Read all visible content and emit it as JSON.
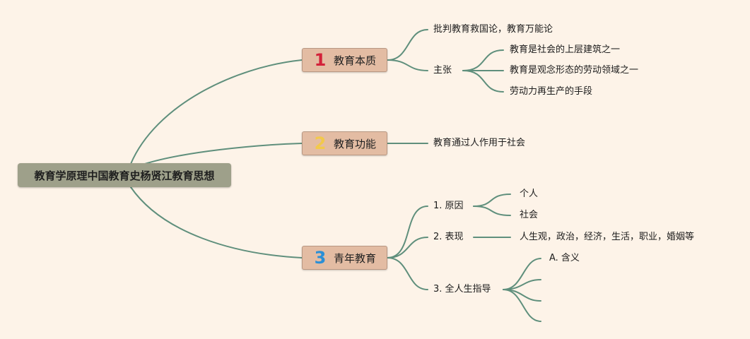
{
  "map": {
    "root": {
      "text": "教育学原理中国教育史杨贤江教育思想"
    },
    "branches": [
      {
        "number": "1",
        "number_color": "#d3223a",
        "title": "教育本质",
        "children": [
          {
            "text": "批判教育救国论，教育万能论"
          },
          {
            "text": "主张",
            "children": [
              {
                "text": "教育是社会的上层建筑之一"
              },
              {
                "text": "教育是观念形态的劳动领域之一"
              },
              {
                "text": "劳动力再生产的手段"
              }
            ]
          }
        ]
      },
      {
        "number": "2",
        "number_color": "#f2c94c",
        "title": "教育功能",
        "children": [
          {
            "text": "教育通过人作用于社会"
          }
        ]
      },
      {
        "number": "3",
        "number_color": "#2b8fd6",
        "title": "青年教育",
        "children": [
          {
            "text": "1. 原因",
            "children": [
              {
                "text": "个人"
              },
              {
                "text": "社会"
              }
            ]
          },
          {
            "text": "2. 表现",
            "children": [
              {
                "text": "人生观，政治，经济，生活，职业，婚姻等"
              }
            ]
          },
          {
            "text": "3. 全人生指导",
            "children": [
              {
                "text": "A. 含义"
              },
              {
                "text": ""
              },
              {
                "text": ""
              },
              {
                "text": ""
              }
            ]
          }
        ]
      }
    ]
  }
}
